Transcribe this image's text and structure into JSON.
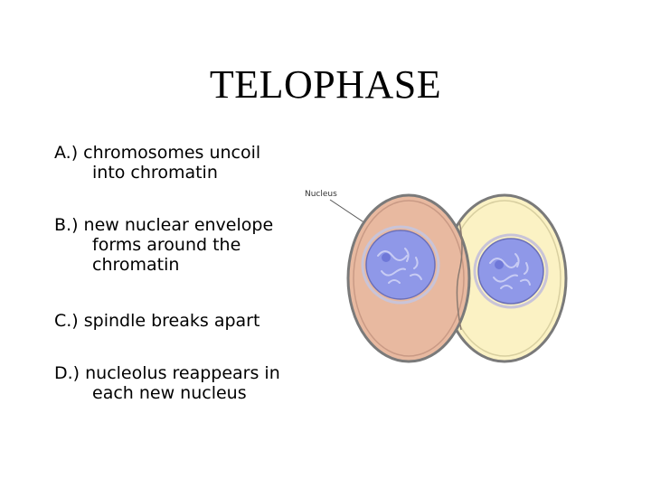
{
  "slide": {
    "title": "TELOPHASE",
    "items": [
      {
        "lines": [
          "A.) chromosomes uncoil",
          "into chromatin"
        ]
      },
      {
        "lines": [
          "B.) new nuclear envelope",
          "forms around the",
          "chromatin"
        ]
      },
      {
        "lines": [
          "C.) spindle breaks apart"
        ]
      },
      {
        "lines": [
          "D.) nucleolus reappears in",
          "each new nucleus"
        ]
      }
    ],
    "diagram": {
      "label": "Nucleus",
      "colors": {
        "left_cell": "#e8b9a0",
        "right_cell": "#fbf2c4",
        "cell_outline": "#7a7a7a",
        "nucleus": "#8f98e8",
        "chromatin": "#c8ccf4"
      }
    }
  }
}
